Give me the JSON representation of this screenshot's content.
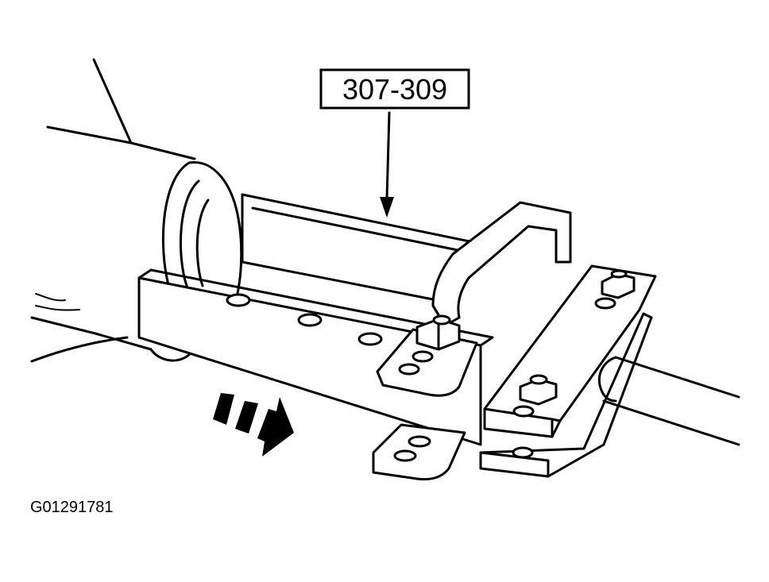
{
  "callout": {
    "tool_number": "307-309"
  },
  "figure": {
    "id": "G01291781"
  },
  "icons": {
    "direction_arrow": "triple-chevron-arrow-right",
    "pointer": "arrow-down"
  }
}
